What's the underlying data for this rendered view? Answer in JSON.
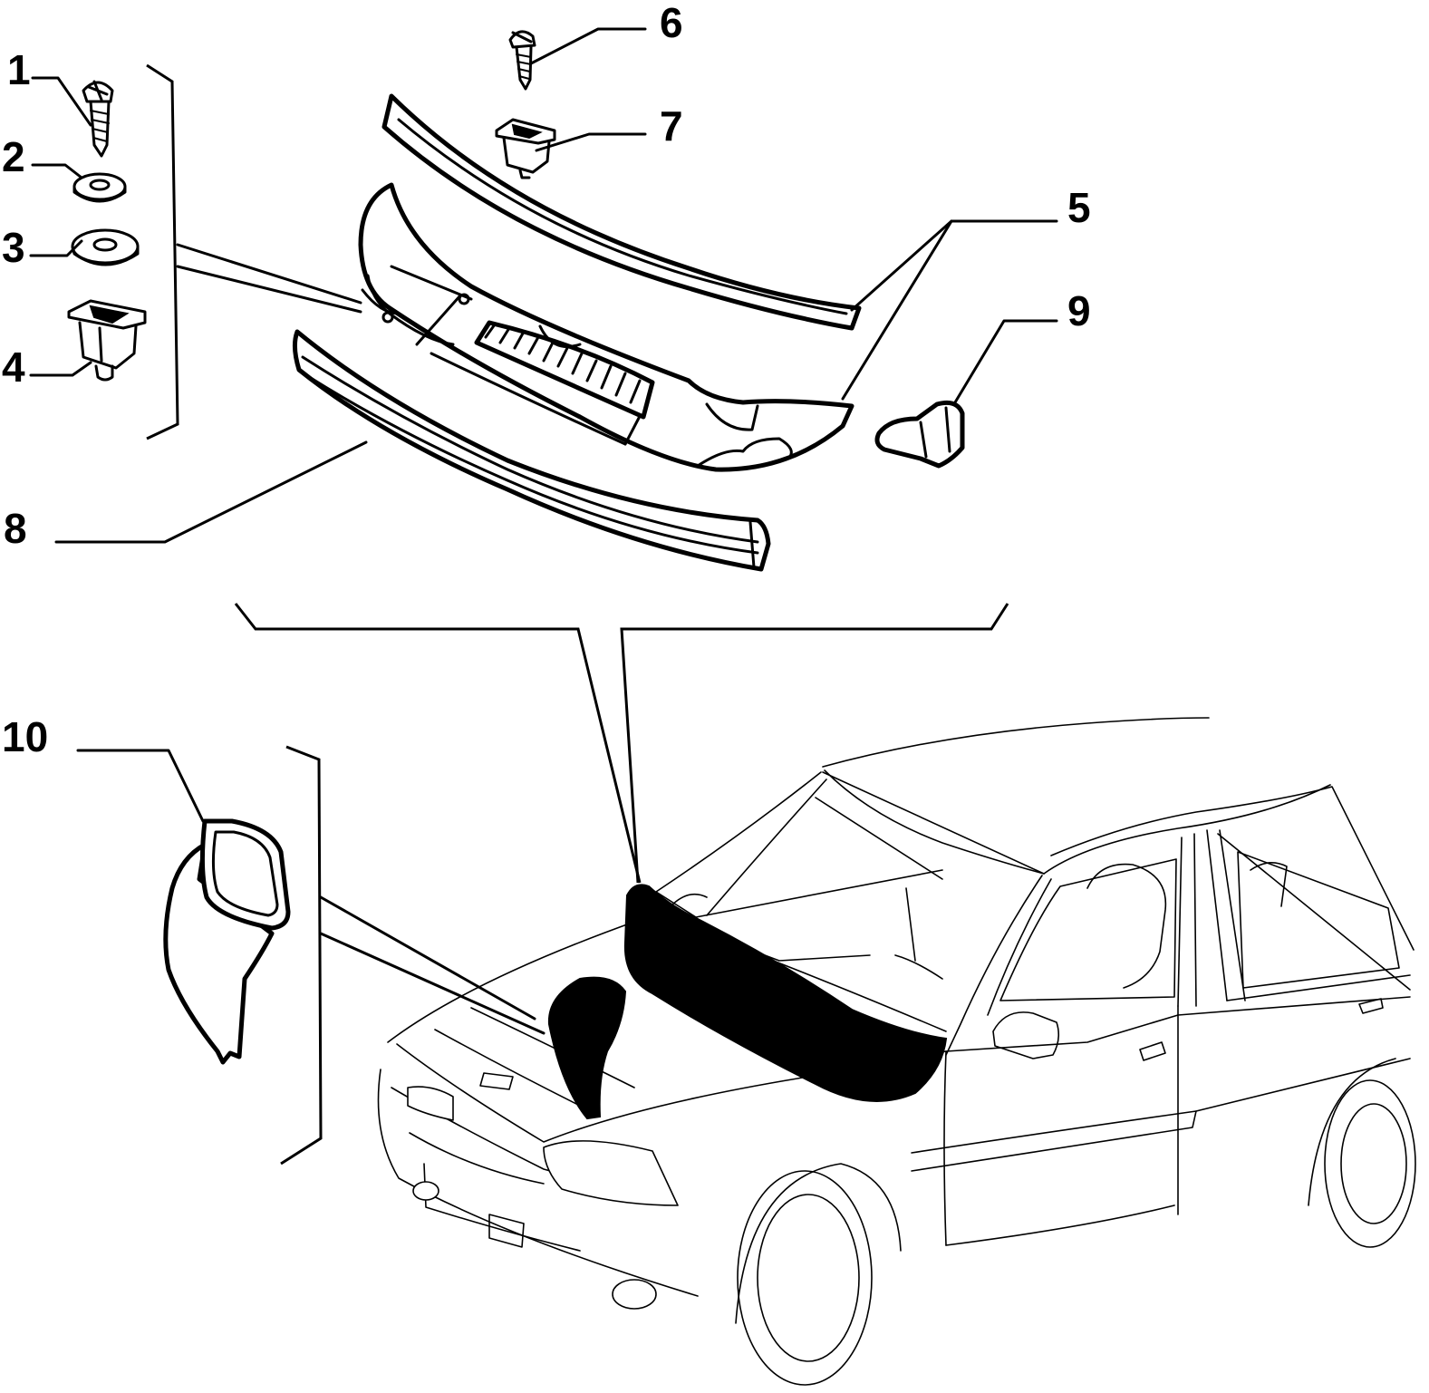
{
  "callouts": {
    "c1": "1",
    "c2": "2",
    "c3": "3",
    "c4": "4",
    "c5": "5",
    "c6": "6",
    "c7": "7",
    "c8": "8",
    "c9": "9",
    "c10": "10"
  },
  "icons": {
    "screw": "screw-icon",
    "washer": "washer-icon",
    "clip": "clip-icon",
    "bracket": "bracket-icon",
    "seal": "seal-icon",
    "vehicle": "car-icon"
  }
}
